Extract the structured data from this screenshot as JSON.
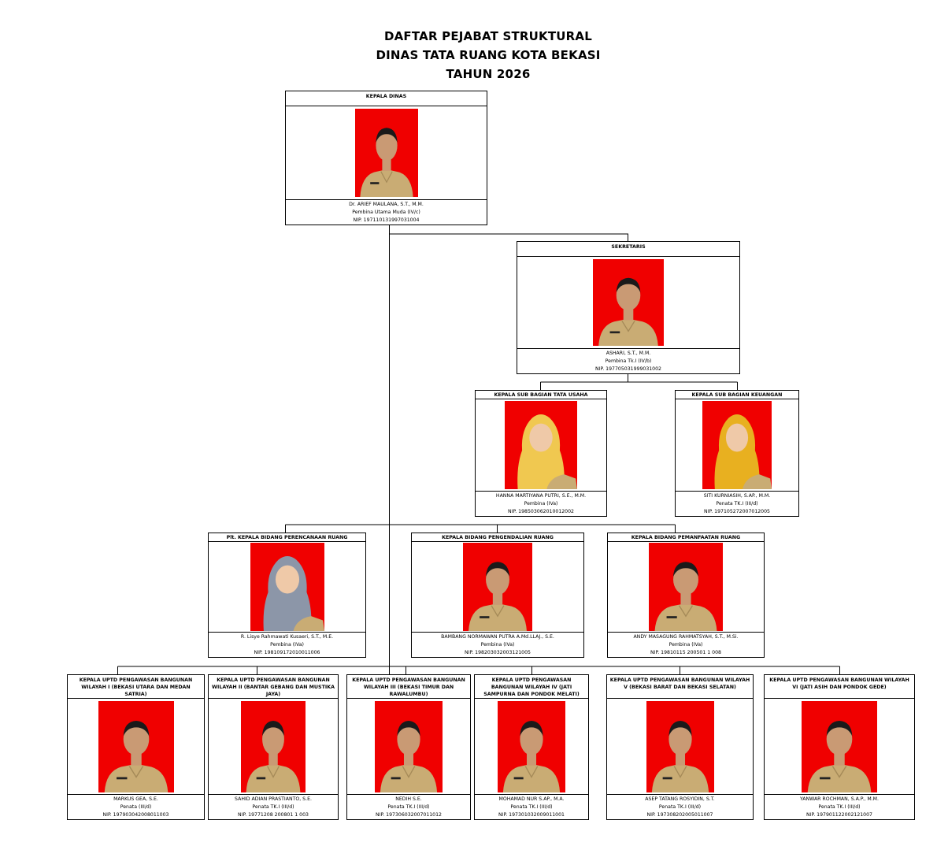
{
  "title": {
    "line1": "DAFTAR PEJABAT STRUKTURAL",
    "line2": "DINAS TATA RUANG KOTA BEKASI",
    "line3": "TAHUN 2026"
  },
  "colors": {
    "photo_bg": "#f00000",
    "uniform": "#c9ac74",
    "line": "#000000"
  },
  "officials": [
    {
      "id": "kepala-dinas",
      "position": "KEPALA DINAS",
      "name": "Dr. ARIEF MAULANA, S.T., M.M.",
      "rank": "Pembina Utama Muda (IV/c)",
      "nip": "NIP. 197110131997031004",
      "female": false
    },
    {
      "id": "sekretaris",
      "position": "SEKRETARIS",
      "name": "ASHARI, S.T., M.M.",
      "rank": "Pembina Tk.I (IV/b)",
      "nip": "NIP. 197705031999031002",
      "female": false
    },
    {
      "id": "kasubag-tata-usaha",
      "position": "KEPALA SUB BAGIAN TATA USAHA",
      "name": "HANNA MARTIYANA PUTRI, S.E., M.M.",
      "rank": "Pembina (IVa)",
      "nip": "NIP. 198503062010012002",
      "female": true,
      "hijab": "#f0c850"
    },
    {
      "id": "kasubag-keuangan",
      "position": "KEPALA SUB BAGIAN KEUANGAN",
      "name": "SITI KURNIASIH, S.AP., M.M.",
      "rank": "Penata TK.I (III/d)",
      "nip": "NIP. 197105272007012005",
      "female": true,
      "hijab": "#e8b020"
    },
    {
      "id": "kabid-perencanaan",
      "position": "Plt. KEPALA BIDANG PERENCANAAN RUANG",
      "name": "R. Lisye Rahmawati Kusaeri, S.T., M.E.",
      "rank": "Pembina (IVa)",
      "nip": "NIP. 198109172010011006",
      "female": true,
      "hijab": "#8c96a8"
    },
    {
      "id": "kabid-pengendalian",
      "position": "KEPALA BIDANG PENGENDALIAN RUANG",
      "name": "BAMBANG NORMAWAN PUTRA A.Md.LLAJ., S.E.",
      "rank": "Pembina (IVa)",
      "nip": "NIP. 198203032003121005",
      "female": false
    },
    {
      "id": "kabid-pemanfaatan",
      "position": "KEPALA BIDANG PEMANFAATAN RUANG",
      "name": "ANDY MASAGUNG RAHMATSYAH, S.T., M.Si.",
      "rank": "Pembina (IVa)",
      "nip": "NIP. 19810115 200501 1 008",
      "female": false
    },
    {
      "id": "uptd-1",
      "position": "KEPALA UPTD PENGAWASAN BANGUNAN WILAYAH I (BEKASI UTARA DAN MEDAN SATRIA)",
      "name": "MARKUS GEA, S.E.",
      "rank": "Penata  (III/d)",
      "nip": "NIP. 197903042008011003",
      "female": false
    },
    {
      "id": "uptd-2",
      "position": "KEPALA UPTD PENGAWASAN BANGUNAN WILAYAH II (BANTAR GEBANG DAN MUSTIKA JAYA)",
      "name": "SAHID ADIAN PRASTIANTO, S.E.",
      "rank": "Penata TK.I (III/d)",
      "nip": "NIP. 19771208 200801 1 003",
      "female": false
    },
    {
      "id": "uptd-3",
      "position": "KEPALA UPTD PENGAWASAN BANGUNAN WILAYAH III (BEKASI TIMUR DAN RAWALUMBU)",
      "name": "NEDIH S.E.",
      "rank": "Penata TK.I (III/d)",
      "nip": "NIP. 197306032007011012",
      "female": false
    },
    {
      "id": "uptd-4",
      "position": "KEPALA UPTD PENGAWASAN BANGUNAN WILAYAH IV (JATI SAMPURNA DAN PONDOK MELATI)",
      "name": "MOHAMAD NUR S.AP., M.A.",
      "rank": "Penata TK.I (III/d)",
      "nip": "NIP. 197301032009011001",
      "female": false
    },
    {
      "id": "uptd-5",
      "position": "KEPALA UPTD PENGAWASAN BANGUNAN WILAYAH V (BEKASI BARAT DAN BEKASI SELATAN)",
      "name": "ASEP TATANG ROSYIDIN, S.T.",
      "rank": "Penata TK.I (III/d)",
      "nip": "NIP. 197308202005011007",
      "female": false
    },
    {
      "id": "uptd-6",
      "position": "KEPALA UPTD PENGAWASAN BANGUNAN WILAYAH VI (JATI ASIH DAN PONDOK GEDE)",
      "name": "YANWAR ROCHMAN, S.A.P., M.M.",
      "rank": "Penata TK.I (III/d)",
      "nip": "NIP. 197901122002121007",
      "female": false
    }
  ]
}
